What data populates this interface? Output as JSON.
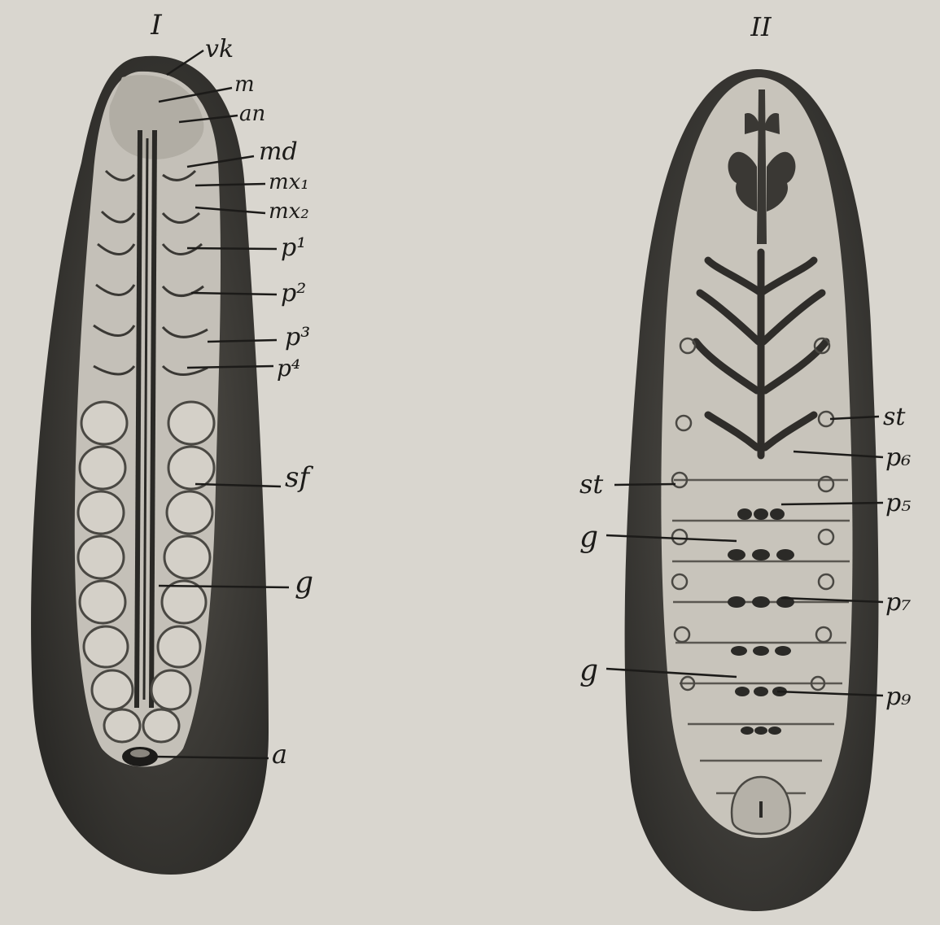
{
  "figures": [
    {
      "id": "I",
      "numeral": "I",
      "labels": [
        {
          "key": "vk",
          "text": "vk"
        },
        {
          "key": "m",
          "text": "m"
        },
        {
          "key": "an",
          "text": "an"
        },
        {
          "key": "md",
          "text": "md"
        },
        {
          "key": "mx1",
          "text": "mx₁"
        },
        {
          "key": "mx2",
          "text": "mx₂"
        },
        {
          "key": "p1",
          "text": "p¹"
        },
        {
          "key": "p2",
          "text": "p²"
        },
        {
          "key": "p3",
          "text": "p³"
        },
        {
          "key": "p4",
          "text": "p⁴"
        },
        {
          "key": "sf",
          "text": "sf"
        },
        {
          "key": "g",
          "text": "g"
        },
        {
          "key": "a",
          "text": "a"
        }
      ]
    },
    {
      "id": "II",
      "numeral": "II",
      "labels": [
        {
          "key": "st_r",
          "text": "st"
        },
        {
          "key": "p6",
          "text": "p₆"
        },
        {
          "key": "p5",
          "text": "p₅"
        },
        {
          "key": "st_l",
          "text": "st"
        },
        {
          "key": "g1",
          "text": "g"
        },
        {
          "key": "p7",
          "text": "p₇"
        },
        {
          "key": "g2",
          "text": "g"
        },
        {
          "key": "p9",
          "text": "p₉"
        }
      ]
    }
  ],
  "colors": {
    "paper": "#d9d6cf",
    "ink": "#1c1b19",
    "embryo_outer": "#3b3935",
    "embryo_inner": "#c4c0b8"
  }
}
